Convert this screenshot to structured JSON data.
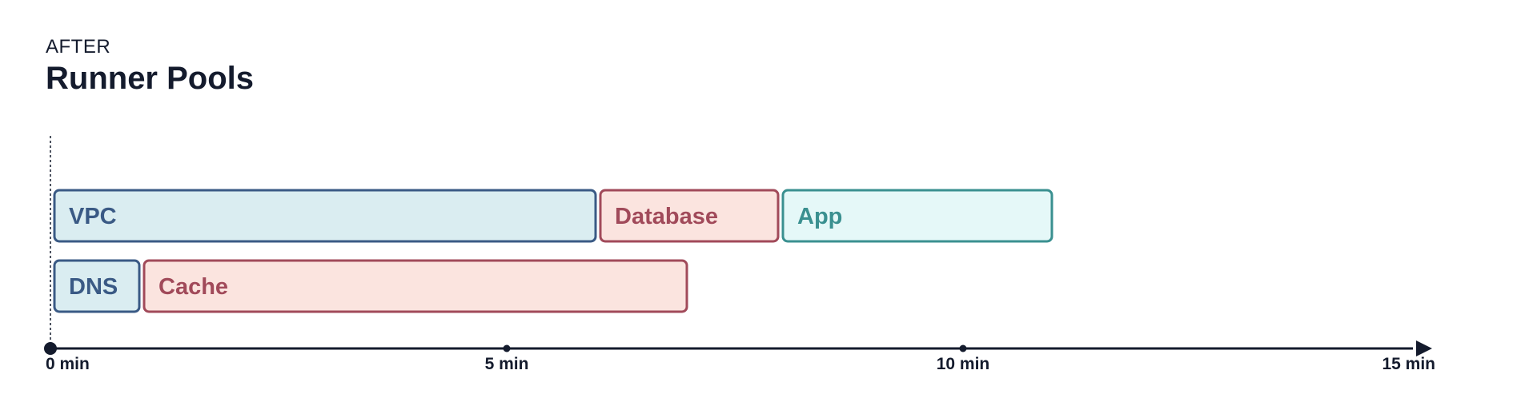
{
  "header": {
    "eyebrow": "AFTER",
    "title": "Runner Pools"
  },
  "chart_data": {
    "type": "timeline",
    "x_unit": "min",
    "xlim": [
      0,
      15
    ],
    "ticks": [
      {
        "value": 0,
        "label": "0 min"
      },
      {
        "value": 5,
        "label": "5 min"
      },
      {
        "value": 10,
        "label": "10 min"
      },
      {
        "value": 15,
        "label": "15 min"
      }
    ],
    "rows": [
      {
        "tasks": [
          {
            "name": "VPC",
            "start": 0,
            "end": 6.0,
            "color": "blue"
          },
          {
            "name": "Database",
            "start": 6.0,
            "end": 8.0,
            "color": "red"
          },
          {
            "name": "App",
            "start": 8.0,
            "end": 11.0,
            "color": "teal"
          }
        ]
      },
      {
        "tasks": [
          {
            "name": "DNS",
            "start": 0,
            "end": 1.0,
            "color": "blue"
          },
          {
            "name": "Cache",
            "start": 1.0,
            "end": 7.0,
            "color": "red"
          }
        ]
      }
    ],
    "palette": {
      "blue": {
        "fill": "#daedf1",
        "stroke": "#3a5a85",
        "text": "#3a5a85"
      },
      "red": {
        "fill": "#fbe4df",
        "stroke": "#a14a5a",
        "text": "#a14a5a"
      },
      "teal": {
        "fill": "#e5f8f8",
        "stroke": "#3a9090",
        "text": "#3a9090"
      }
    },
    "axis_color": "#141b2d"
  }
}
